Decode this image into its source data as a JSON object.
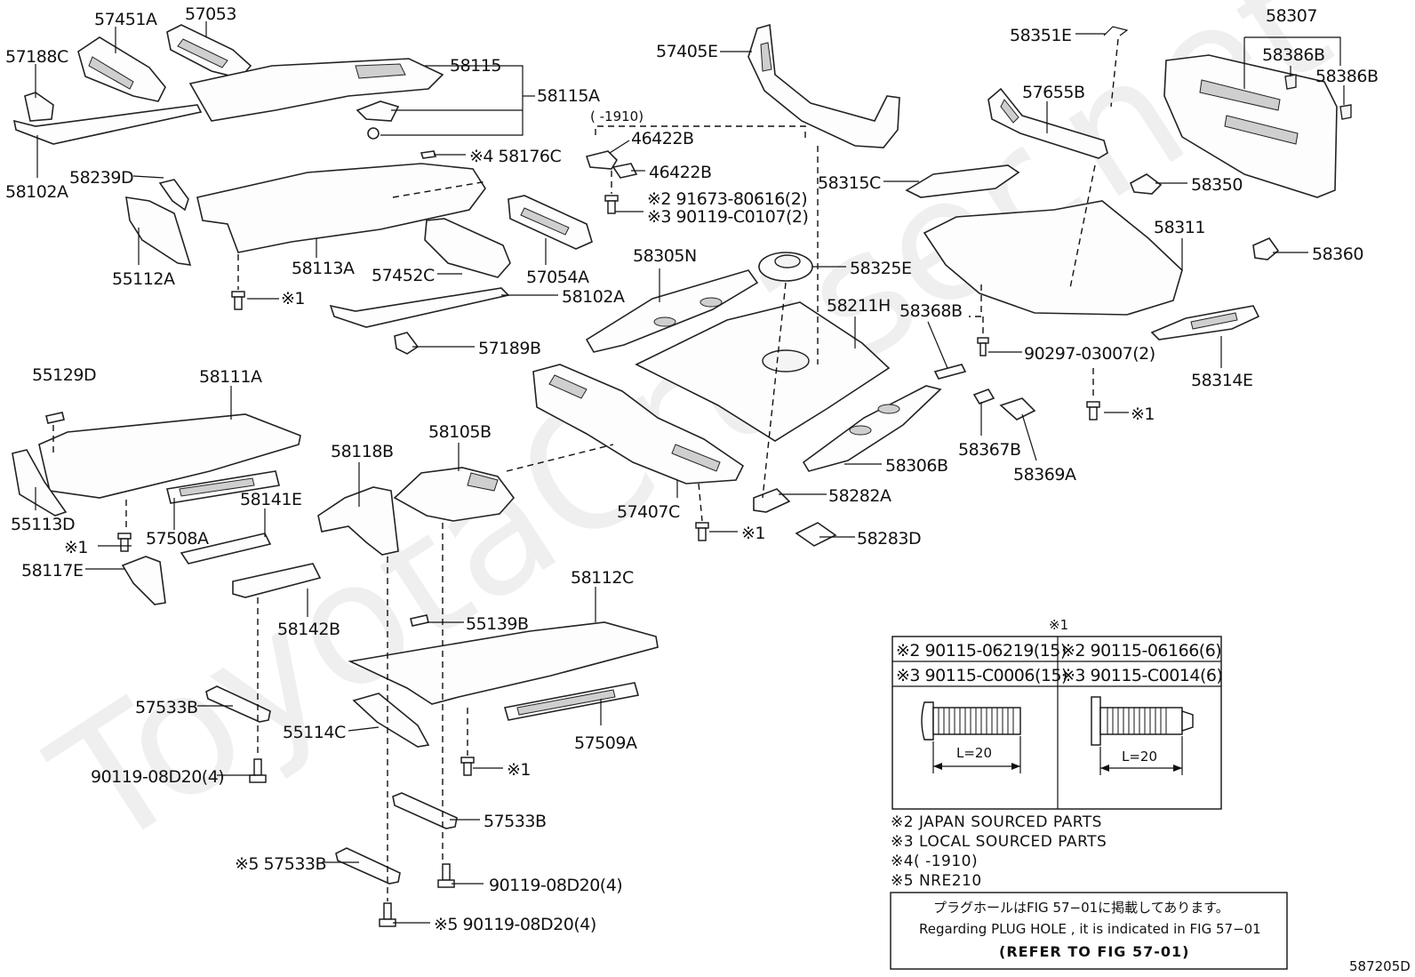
{
  "diagram_code": "587205D",
  "watermark": "ToyotaCruiser.net",
  "date_code_label": "(   -1910)",
  "labels": [
    {
      "id": "57451A",
      "text": "57451A"
    },
    {
      "id": "57053",
      "text": "57053"
    },
    {
      "id": "57188C",
      "text": "57188C"
    },
    {
      "id": "58115",
      "text": "58115"
    },
    {
      "id": "58115A",
      "text": "58115A"
    },
    {
      "id": "58102A-top",
      "text": "58102A"
    },
    {
      "id": "58176C",
      "text": "※4 58176C"
    },
    {
      "id": "58239D",
      "text": "58239D"
    },
    {
      "id": "55112A",
      "text": "55112A"
    },
    {
      "id": "58113A",
      "text": "58113A"
    },
    {
      "id": "x1-a",
      "text": "※1"
    },
    {
      "id": "57452C",
      "text": "57452C"
    },
    {
      "id": "57054A",
      "text": "57054A"
    },
    {
      "id": "58102A-mid",
      "text": "58102A"
    },
    {
      "id": "57189B",
      "text": "57189B"
    },
    {
      "id": "46422B-a",
      "text": "46422B"
    },
    {
      "id": "46422B-b",
      "text": "46422B"
    },
    {
      "id": "91673",
      "text": "※2 91673-80616(2)"
    },
    {
      "id": "90119-c0107",
      "text": "※3 90119-C0107(2)"
    },
    {
      "id": "57405E",
      "text": "57405E"
    },
    {
      "id": "58305N",
      "text": "58305N"
    },
    {
      "id": "58315C",
      "text": "58315C"
    },
    {
      "id": "58325E",
      "text": "58325E"
    },
    {
      "id": "58211H",
      "text": "58211H"
    },
    {
      "id": "58368B",
      "text": "58368B"
    },
    {
      "id": "58351E",
      "text": "58351E"
    },
    {
      "id": "57655B",
      "text": "57655B"
    },
    {
      "id": "58307",
      "text": "58307"
    },
    {
      "id": "58386B-a",
      "text": "58386B"
    },
    {
      "id": "58386B-b",
      "text": "58386B"
    },
    {
      "id": "58350",
      "text": "58350"
    },
    {
      "id": "58311",
      "text": "58311"
    },
    {
      "id": "58360",
      "text": "58360"
    },
    {
      "id": "90297",
      "text": "90297-03007(2)"
    },
    {
      "id": "58314E",
      "text": "58314E"
    },
    {
      "id": "x1-b",
      "text": "※1"
    },
    {
      "id": "58367B",
      "text": "58367B"
    },
    {
      "id": "58369A",
      "text": "58369A"
    },
    {
      "id": "58306B",
      "text": "58306B"
    },
    {
      "id": "58282A",
      "text": "58282A"
    },
    {
      "id": "58283D",
      "text": "58283D"
    },
    {
      "id": "57407C",
      "text": "57407C"
    },
    {
      "id": "x1-c",
      "text": "※1"
    },
    {
      "id": "55129D",
      "text": "55129D"
    },
    {
      "id": "58111A",
      "text": "58111A"
    },
    {
      "id": "55113D",
      "text": "55113D"
    },
    {
      "id": "57508A",
      "text": "57508A"
    },
    {
      "id": "58141E",
      "text": "58141E"
    },
    {
      "id": "x1-d",
      "text": "※1"
    },
    {
      "id": "58117E",
      "text": "58117E"
    },
    {
      "id": "58118B",
      "text": "58118B"
    },
    {
      "id": "58105B",
      "text": "58105B"
    },
    {
      "id": "58142B",
      "text": "58142B"
    },
    {
      "id": "58112C",
      "text": "58112C"
    },
    {
      "id": "55139B",
      "text": "55139B"
    },
    {
      "id": "57533B-a",
      "text": "57533B"
    },
    {
      "id": "55114C",
      "text": "55114C"
    },
    {
      "id": "57509A",
      "text": "57509A"
    },
    {
      "id": "90119-08d20-a",
      "text": "90119-08D20(4)"
    },
    {
      "id": "x1-e",
      "text": "※1"
    },
    {
      "id": "57533B-b",
      "text": "57533B"
    },
    {
      "id": "57533B-c",
      "text": "※5 57533B"
    },
    {
      "id": "90119-08d20-b",
      "text": "90119-08D20(4)"
    },
    {
      "id": "90119-08d20-c",
      "text": "※5 90119-08D20(4)"
    }
  ],
  "legend_table": {
    "header": "※1",
    "left": {
      "row1": "※2 90115-06219(15)",
      "row2": "※3 90115-C0006(15)",
      "length": "L=20"
    },
    "right": {
      "row1": "※2 90115-06166(6)",
      "row2": "※3 90115-C0014(6)",
      "length": "L=20"
    }
  },
  "notes": [
    "※2 JAPAN SOURCED PARTS",
    "※3 LOCAL SOURCED PARTS",
    "※4(      -1910)",
    "※5 NRE210"
  ],
  "refer_box": {
    "japanese": "プラグホールはFIG 57−01に掲載してあります。",
    "english": "Regarding  PLUG  HOLE , it is indicated in FIG  57−01",
    "refer": "(REFER  TO  FIG 57-01)"
  }
}
